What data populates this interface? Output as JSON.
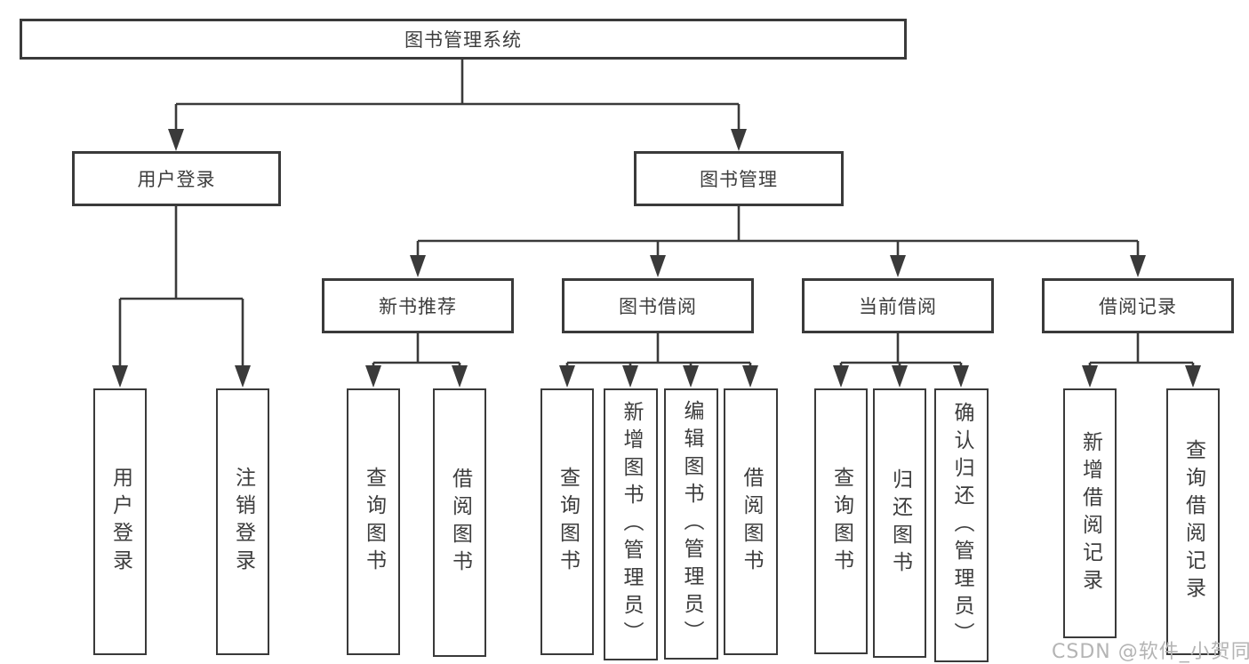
{
  "tree": {
    "root": "图书管理系统",
    "branches": [
      {
        "label": "用户登录",
        "children": [
          "用户登录",
          "注销登录"
        ]
      },
      {
        "label": "图书管理",
        "sections": [
          {
            "label": "新书推荐",
            "children": [
              "查询图书",
              "借阅图书"
            ]
          },
          {
            "label": "图书借阅",
            "children": [
              "查询图书",
              "新增图书（管理员）",
              "编辑图书（管理员）",
              "借阅图书"
            ]
          },
          {
            "label": "当前借阅",
            "children": [
              "查询图书",
              "归还图书",
              "确认归还（管理员）"
            ]
          },
          {
            "label": "借阅记录",
            "children": [
              "新增借阅记录",
              "查询借阅记录"
            ]
          }
        ]
      }
    ]
  },
  "watermark": {
    "text": "CSDN @软件_小贺同学"
  },
  "colors": {
    "line": "#3a3a3a",
    "text": "#3d3d3d",
    "background": "#ffffff",
    "watermark": "#b4b4b4"
  }
}
